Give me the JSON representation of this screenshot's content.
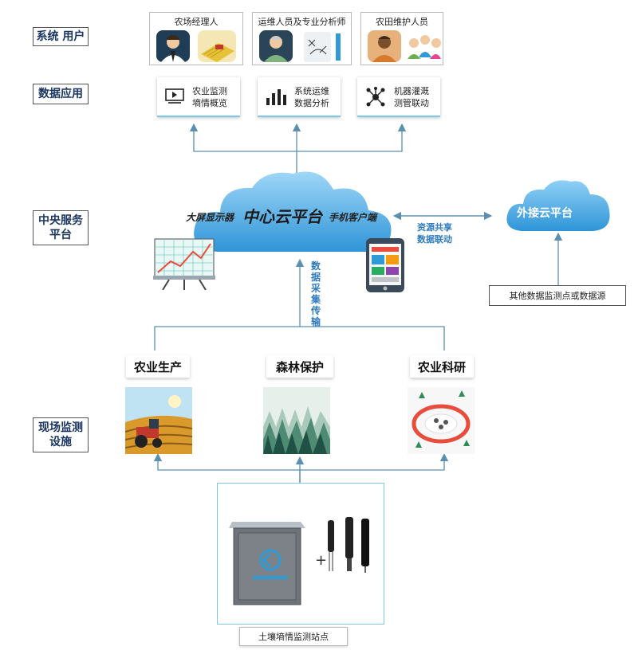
{
  "tiers": {
    "system_users": "系统 用户",
    "data_apps": "数据应用",
    "central_line1": "中央服务",
    "central_line2": "平台",
    "field_line1": "现场监测",
    "field_line2": "设施"
  },
  "users": [
    {
      "title": "农场经理人"
    },
    {
      "title": "运维人员及专业分析师"
    },
    {
      "title": "农田维护人员"
    }
  ],
  "apps": [
    {
      "line1": "农业监测",
      "line2": "墒情概览",
      "icon": "video-screen-icon"
    },
    {
      "line1": "系统运维",
      "line2": "数据分析",
      "icon": "bar-chart-icon"
    },
    {
      "line1": "机器灌溉",
      "line2": "测管联动",
      "icon": "network-hub-icon"
    }
  ],
  "cloud": {
    "left_label": "大屏显示器",
    "center_label": "中心云平台",
    "right_label": "手机客户端"
  },
  "external_cloud": {
    "label": "外接云平台"
  },
  "share": {
    "line1": "资源共享",
    "line2": "数据联动"
  },
  "transfer_label": [
    "数",
    "据",
    "采",
    "集",
    "传",
    "输"
  ],
  "other_sources": "其他数据监测点或数据源",
  "sites": [
    {
      "title": "农业生产",
      "image": "tractor-field"
    },
    {
      "title": "森林保护",
      "image": "misty-forest"
    },
    {
      "title": "农业科研",
      "image": "research-circle"
    }
  ],
  "station": {
    "label": "土壤墒情监测站点",
    "plus": "+"
  },
  "colors": {
    "accent": "#2e9bd6",
    "cloud": "#37a6e6",
    "line": "#5a8fb0",
    "label": "#1a3560"
  }
}
